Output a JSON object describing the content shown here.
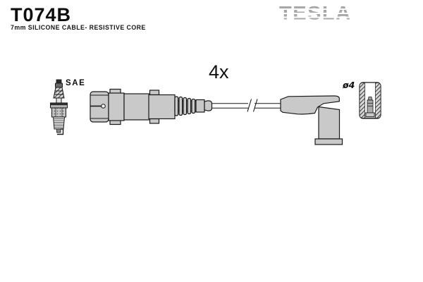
{
  "header": {
    "part_number": "T074B",
    "description": "7mm SILICONE CABLE- RESISTIVE CORE",
    "brand": "TESLA"
  },
  "labels": {
    "spark_plug_terminal": "SAE",
    "quantity": "4x",
    "terminal_diameter": "ø4"
  },
  "diagram": {
    "parts": [
      "spark-plug",
      "distributor-connector",
      "silicone-cable",
      "angled-spark-plug-boot",
      "terminal-cross-section"
    ]
  },
  "colors": {
    "line": "#1a1a1a",
    "fill_gray": "#c9c9c9",
    "logo_gray": "#a8a8a8",
    "background": "#ffffff"
  }
}
